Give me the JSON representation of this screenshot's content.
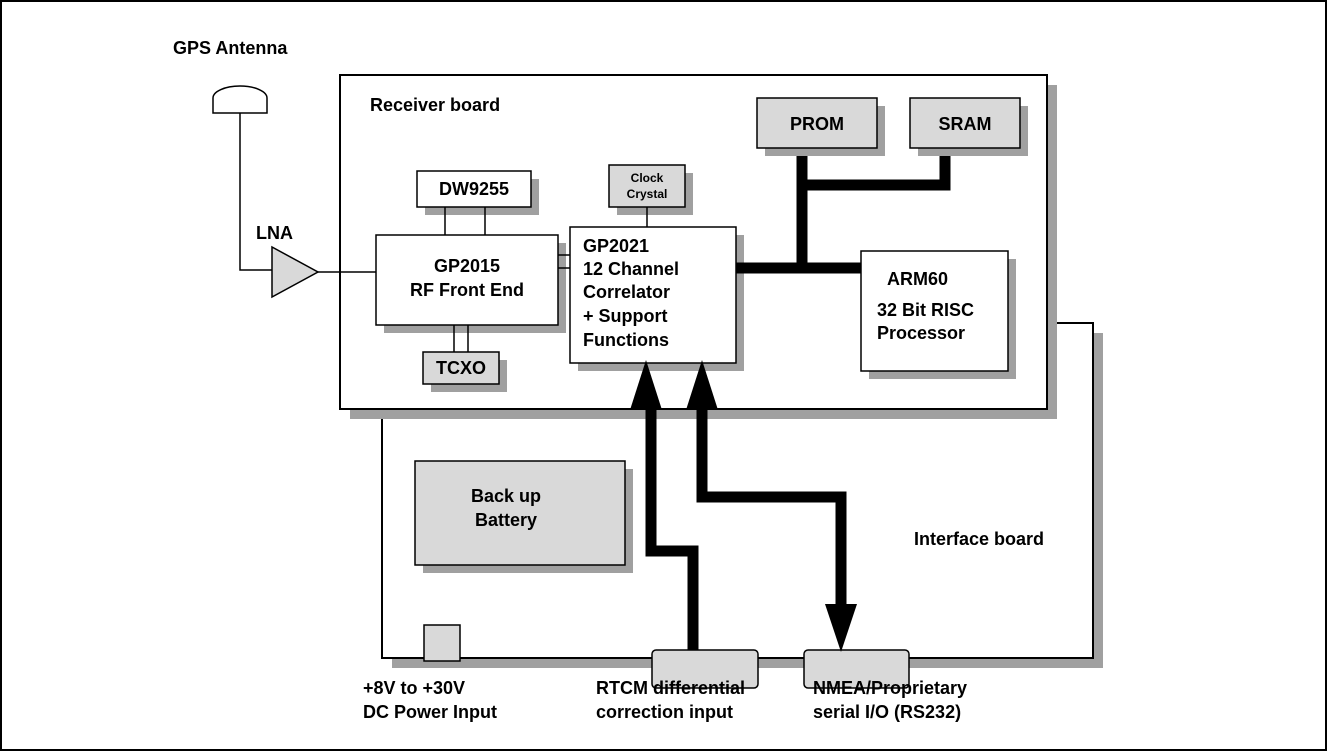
{
  "colors": {
    "shadow": "#a0a0a0",
    "component_fill": "#d9d9d9",
    "line": "#000000",
    "background": "#ffffff"
  },
  "labels": {
    "gps_antenna": "GPS Antenna",
    "lna": "LNA",
    "receiver_board": "Receiver board",
    "interface_board": "Interface board",
    "prom": "PROM",
    "sram": "SRAM",
    "dw9255": "DW9255",
    "clock_crystal": [
      "Clock",
      "Crystal"
    ],
    "gp2015": [
      "GP2015",
      "RF Front End"
    ],
    "gp2021": [
      "GP2021",
      "12 Channel",
      "Correlator",
      "+ Support",
      "Functions"
    ],
    "arm60": [
      "ARM60",
      "32 Bit RISC",
      "Processor"
    ],
    "tcxo": "TCXO",
    "backup_battery": [
      "Back up",
      "Battery"
    ],
    "power_input": [
      "+8V to +30V",
      "DC Power Input"
    ],
    "rtcm_input": [
      "RTCM differential",
      "correction input"
    ],
    "nmea_io": [
      "NMEA/Proprietary",
      "serial I/O (RS232)"
    ]
  }
}
